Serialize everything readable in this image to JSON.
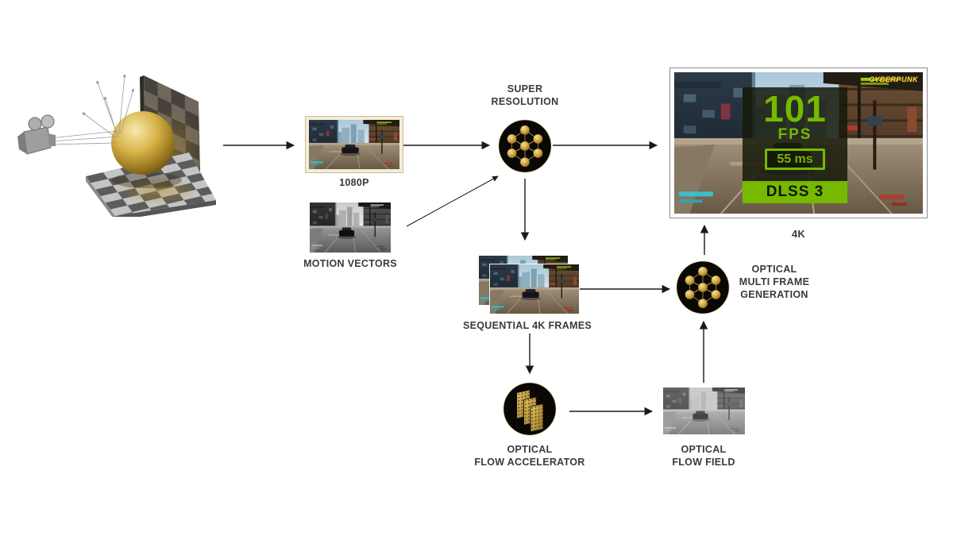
{
  "diagram": {
    "stage_labels": {
      "input_frame": "1080P",
      "motion_vectors": "MOTION VECTORS",
      "super_resolution": [
        "SUPER",
        "RESOLUTION"
      ],
      "output_resolution": "4K",
      "sequential_frames": "SEQUENTIAL 4K FRAMES",
      "multi_frame_generation": [
        "OPTICAL",
        "MULTI FRAME",
        "GENERATION"
      ],
      "flow_accelerator": [
        "OPTICAL",
        "FLOW ACCELERATOR"
      ],
      "flow_field": [
        "OPTICAL",
        "FLOW FIELD"
      ]
    },
    "hud_overlay": {
      "fps_value": "101",
      "fps_label": "FPS",
      "frame_time": "55 ms",
      "mode_label": "DLSS 3"
    },
    "game_logo": "CYBERPUNK",
    "icons": {
      "super_resolution": "neural-network-icon",
      "multi_frame_generation": "neural-network-icon",
      "flow_accelerator": "stacked-flow-grids-icon"
    },
    "colors": {
      "nvidia_green": "#76b900",
      "gold": "#c9a22e",
      "node_background": "#0a0805"
    }
  }
}
